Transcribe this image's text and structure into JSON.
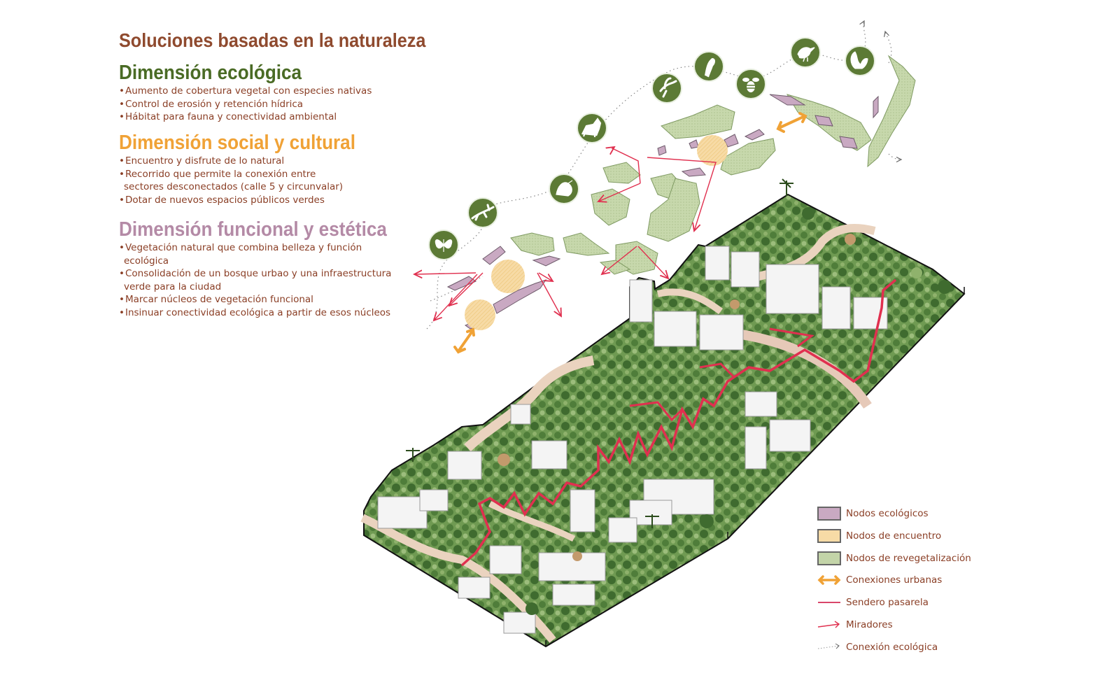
{
  "header": {
    "title": "Soluciones basadas en la naturaleza"
  },
  "dimensions": [
    {
      "heading": "Dimensión ecológica",
      "color": "#4a6b25",
      "bullets": [
        "Aumento de cobertura vegetal con especies nativas",
        "Control de erosión y retención hídrica",
        "Hábitat para fauna y conectividad ambiental"
      ]
    },
    {
      "heading": "Dimensión social y cultural",
      "color": "#f0a236",
      "bullets": [
        "Encuentro y disfrute de lo natural",
        "Recorrido que permite la conexión entre sectores desconectados (calle 5 y circunvalar)",
        "Dotar de nuevos espacios públicos verdes"
      ]
    },
    {
      "heading": "Dimensión funcional y estética",
      "color": "#b48aa6",
      "bullets": [
        "Vegetación natural que combina belleza y función ecológica",
        "Consolidación de un bosque urbao y una infraestructura verde para la ciudad",
        "Marcar núcleos de vegetación funcional",
        "Insinuar conectividad ecológica a partir de esos núcleos"
      ]
    }
  ],
  "fauna_icons": [
    "butterfly-icon",
    "lizard-icon",
    "bird-icon",
    "wolf-icon",
    "hummingbird-icon",
    "parrot-icon",
    "bee-icon",
    "songbird-icon",
    "squirrel-icon"
  ],
  "legend": [
    {
      "label": "Nodos ecológicos",
      "symbol": "swatch",
      "color": "#c9a9c2"
    },
    {
      "label": "Nodos de encuentro",
      "symbol": "swatch",
      "color": "#f7dba6"
    },
    {
      "label": "Nodos de revegetalización",
      "symbol": "swatch",
      "color": "#c3d4a8"
    },
    {
      "label": "Conexiones urbanas",
      "symbol": "double-arrow",
      "color": "#f0a236"
    },
    {
      "label": "Sendero pasarela",
      "symbol": "line",
      "color": "#d9466a"
    },
    {
      "label": "Miradores",
      "symbol": "arrow",
      "color": "#e0304f"
    },
    {
      "label": "Conexión ecológica",
      "symbol": "dotted-arrow",
      "color": "#999999"
    }
  ],
  "colors": {
    "title": "#8f4a2e",
    "text": "#8a3e25",
    "forest": "#4f7d3a",
    "icon_circle": "#5c7a35"
  }
}
